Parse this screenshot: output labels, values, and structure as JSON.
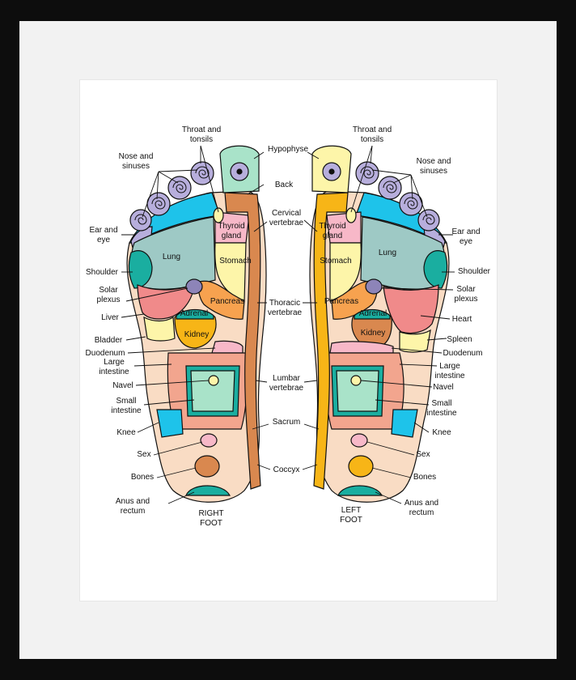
{
  "colors": {
    "frame": "#0d0d0d",
    "mat": "#f2f2f2",
    "paper": "#ffffff",
    "skin": "#f9dcc4",
    "toe_purple": "#b7aedc",
    "cyan": "#1ec3ea",
    "teal": "#1aaea0",
    "lung": "#9ec9c5",
    "pink": "#f7b8c8",
    "yellow": "#fdf5a9",
    "orange": "#f7a24f",
    "brown": "#d9884f",
    "green": "#a9e3c9",
    "salmon": "#f08a8a",
    "gold": "#f7b517"
  },
  "labels": {
    "right_foot": "RIGHT\nFOOT",
    "left_foot": "LEFT\nFOOT",
    "throat_r": "Throat and\ntonsils",
    "throat_l": "Throat and\ntonsils",
    "nose_r": "Nose and\nsinuses",
    "nose_l": "Nose and\nsinuses",
    "hypophyse": "Hypophyse",
    "back": "Back",
    "cervical": "Cervical\nvertebrae",
    "thoracic": "Thoracic\nvertebrae",
    "lumbar": "Lumbar\nvertebrae",
    "sacrum": "Sacrum",
    "coccyx": "Coccyx",
    "ear_r": "Ear and\neye",
    "ear_l": "Ear and\neye",
    "shoulder_r": "Shoulder",
    "shoulder_l": "Shoulder",
    "solar_r": "Solar\nplexus",
    "solar_l": "Solar\nplexus",
    "liver": "Liver",
    "heart": "Heart",
    "bladder": "Bladder",
    "spleen": "Spleen",
    "duodenum_r": "Duodenum",
    "duodenum_l": "Duodenum",
    "large_r": "Large\nintestine",
    "large_l": "Large\nintestine",
    "navel_r": "Navel",
    "navel_l": "Navel",
    "small_r": "Small\nintestine",
    "small_l": "Small\nintestine",
    "knee_r": "Knee",
    "knee_l": "Knee",
    "sex_r": "Sex",
    "sex_l": "Sex",
    "bones_r": "Bones",
    "bones_l": "Bones",
    "anus_r": "Anus and\nrectum",
    "anus_l": "Anus and\nrectum",
    "lung": "Lung",
    "thyroid": "Thyroid\ngland",
    "stomach": "Stomach",
    "pancreas": "Pancreas",
    "adrenal": "Adrenal",
    "kidney": "Kidney"
  }
}
